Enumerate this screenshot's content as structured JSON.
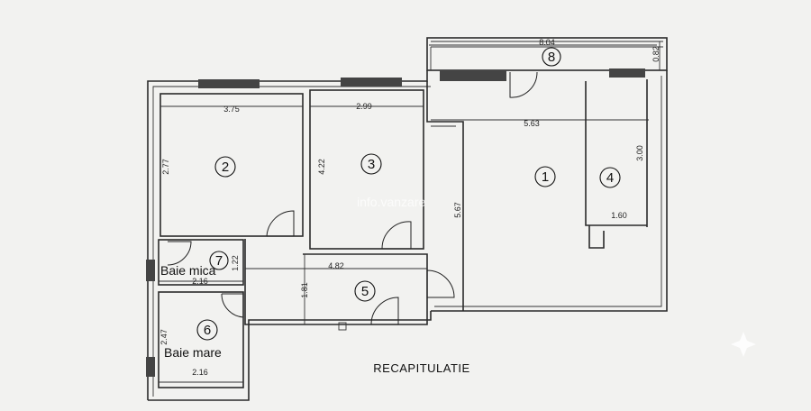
{
  "plan_title": "RECAPITULATIE",
  "watermark": "info.vanzare",
  "rooms": [
    {
      "number": "1"
    },
    {
      "number": "2"
    },
    {
      "number": "3"
    },
    {
      "number": "4"
    },
    {
      "number": "5"
    },
    {
      "number": "6",
      "name": "Baie mare"
    },
    {
      "number": "7",
      "name": "Baie mica"
    },
    {
      "number": "8"
    }
  ],
  "dimensions": {
    "balcony_length": "8.04",
    "balcony_depth": "0.82",
    "room1_width": "5.63",
    "room1_depth": "5.67",
    "room4_depth": "3.00",
    "room4_width": "1.60",
    "room2_width": "3.75",
    "room2_depth": "2.77",
    "room3_width": "2.99",
    "room3_depth": "4.22",
    "hall_length": "4.82",
    "hall_depth": "1.81",
    "bath_small_width": "2.16",
    "bath_small_depth": "1.22",
    "bath_big_width": "2.16",
    "bath_big_depth": "2.47"
  },
  "colors": {
    "paper": "#f2f2f0",
    "ink": "#2a2a2a"
  }
}
